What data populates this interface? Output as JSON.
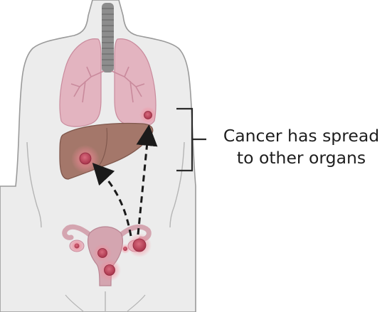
{
  "annotation": {
    "line1": "Cancer has spread",
    "line2": "to other organs"
  },
  "colors": {
    "body_fill": "#ececec",
    "body_outline": "#9a9a9a",
    "lung": "#e3b4c0",
    "lung_dark": "#c98a9c",
    "trachea": "#8d8d8d",
    "liver": "#a4776a",
    "liver_dark": "#7f574c",
    "uterus": "#d4a5b0",
    "tumor": "#c2475e",
    "tumor_glow": "#f26c7f",
    "arrow": "#1a1a1a",
    "bracket": "#2a2a2a"
  },
  "icons": [
    "female-body-silhouette",
    "lungs-icon",
    "trachea-icon",
    "liver-icon",
    "uterus-ovaries-icon",
    "tumor-icon",
    "dashed-arrow-icon",
    "bracket-icon"
  ]
}
